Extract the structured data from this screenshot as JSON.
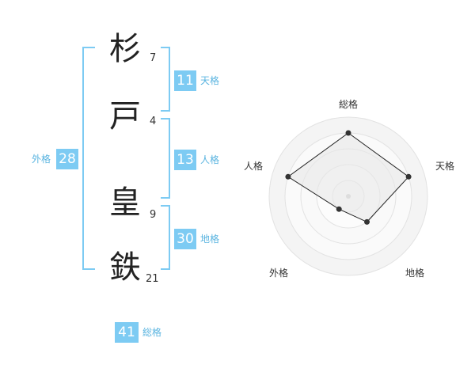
{
  "name": {
    "chars": [
      {
        "char": "杉",
        "strokes": "7"
      },
      {
        "char": "戸",
        "strokes": "4"
      },
      {
        "char": "皇",
        "strokes": "9"
      },
      {
        "char": "鉄",
        "strokes": "21"
      }
    ]
  },
  "kaku": {
    "ten": {
      "value": "11",
      "label": "天格"
    },
    "jin": {
      "value": "13",
      "label": "人格"
    },
    "chi": {
      "value": "30",
      "label": "地格"
    },
    "gai": {
      "value": "28",
      "label": "外格"
    },
    "sou": {
      "value": "41",
      "label": "総格"
    }
  },
  "colors": {
    "accent": "#7dcbf3",
    "accent_text": "#5ab4e0",
    "radar_fill": "#f0f0f0",
    "radar_ring": "#e2e2e2",
    "radar_line": "#222222"
  },
  "chart_data": {
    "type": "radar",
    "axes": [
      "総格",
      "天格",
      "地格",
      "外格",
      "人格"
    ],
    "values": [
      4,
      4,
      2,
      1,
      4
    ],
    "range": [
      0,
      5
    ]
  }
}
